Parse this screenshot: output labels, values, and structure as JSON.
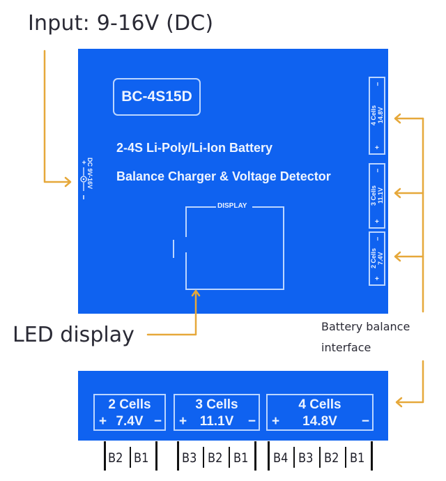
{
  "annotations": {
    "input": "Input: 9-16V (DC)",
    "led_display": "LED display",
    "balance_line1": "Battery balance",
    "balance_line2": "interface"
  },
  "board": {
    "model": "BC-4S15D",
    "title_line1": "2-4S Li-Poly/Li-Ion Battery",
    "title_line2": "Balance Charger & Voltage Detector",
    "dc_input_label": "DC 9V-16V",
    "dc_plus": "+",
    "dc_minus": "−",
    "display_label": "DISPLAY",
    "side_ports": [
      {
        "cells": "4 Cells",
        "voltage": "14.8V",
        "plus": "+",
        "minus": "−"
      },
      {
        "cells": "3 Cells",
        "voltage": "11.1V",
        "plus": "+",
        "minus": "−"
      },
      {
        "cells": "2 Cells",
        "voltage": "7.4V",
        "plus": "+",
        "minus": "−"
      }
    ]
  },
  "balance_interface": {
    "ports": [
      {
        "cells": "2 Cells",
        "voltage": "7.4V",
        "plus": "+",
        "minus": "−",
        "pins": [
          "B2",
          "B1"
        ]
      },
      {
        "cells": "3 Cells",
        "voltage": "11.1V",
        "plus": "+",
        "minus": "−",
        "pins": [
          "B3",
          "B2",
          "B1"
        ]
      },
      {
        "cells": "4 Cells",
        "voltage": "14.8V",
        "plus": "+",
        "minus": "−",
        "pins": [
          "B4",
          "B3",
          "B2",
          "B1"
        ]
      }
    ]
  },
  "colors": {
    "board_blue": "#0f62f0",
    "arrow_orange": "#e6a83a",
    "outline_light": "#bcd6ff"
  }
}
